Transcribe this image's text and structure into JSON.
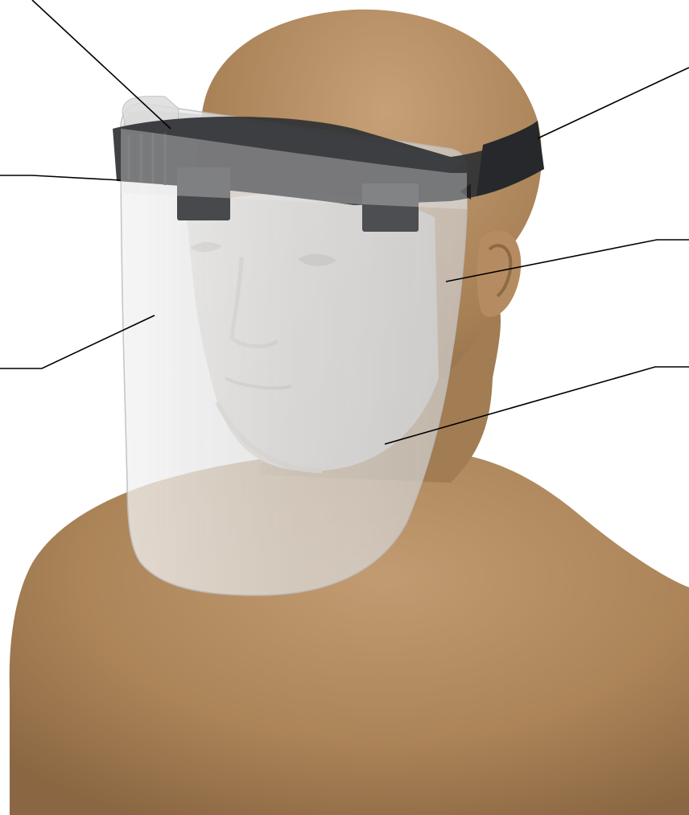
{
  "figure": {
    "subject": "face-shield-on-mannequin",
    "colors": {
      "background": "#ffffff",
      "skin": "#b08a62",
      "skin_shadow": "#8d6a45",
      "strap": "#2e3033",
      "strap_clip": "#4f5153",
      "visor": "#e2e2e2",
      "callout_line": "#000000"
    },
    "callouts": [
      {
        "id": "callout-top-left",
        "label": ""
      },
      {
        "id": "callout-left-upper",
        "label": ""
      },
      {
        "id": "callout-left-lower",
        "label": ""
      },
      {
        "id": "callout-right-top",
        "label": ""
      },
      {
        "id": "callout-right-middle",
        "label": ""
      },
      {
        "id": "callout-right-lower",
        "label": ""
      }
    ]
  }
}
